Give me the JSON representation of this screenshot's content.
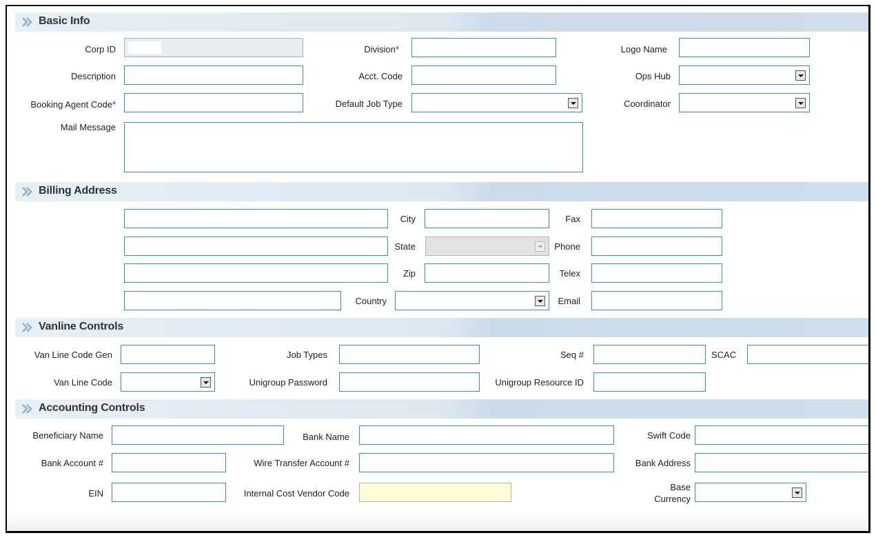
{
  "sections": {
    "basic_info": {
      "title": "Basic Info",
      "corp_id_label": "Corp ID",
      "corp_id_value": "",
      "division_label": "Division",
      "logo_name_label": "Logo Name",
      "description_label": "Description",
      "acct_code_label": "Acct. Code",
      "ops_hub_label": "Ops Hub",
      "booking_agent_code_label": "Booking Agent Code",
      "default_job_type_label": "Default Job Type",
      "coordinator_label": "Coordinator",
      "mail_message_label": "Mail Message",
      "required_mark": "*"
    },
    "billing_address": {
      "title": "Billing Address",
      "city_label": "City",
      "fax_label": "Fax",
      "state_label": "State",
      "phone_label": "Phone",
      "zip_label": "Zip",
      "telex_label": "Telex",
      "country_label": "Country",
      "email_label": "Email"
    },
    "vanline_controls": {
      "title": "Vanline Controls",
      "van_line_code_gen_label": "Van Line Code Gen",
      "job_types_label": "Job Types",
      "seq_label": "Seq #",
      "scac_label": "SCAC",
      "van_line_code_label": "Van Line Code",
      "unigroup_password_label": "Unigroup Password",
      "unigroup_resource_id_label": "Unigroup Resource ID"
    },
    "accounting_controls": {
      "title": "Accounting Controls",
      "beneficiary_name_label": "Beneficiary Name",
      "bank_name_label": "Bank Name",
      "swift_code_label": "Swift Code",
      "bank_account_label": "Bank Account #",
      "wire_transfer_account_label": "Wire Transfer Account #",
      "bank_address_label": "Bank Address",
      "ein_label": "EIN",
      "internal_cost_vendor_code_label": "Internal Cost Vendor Code",
      "base_currency_label_line1": "Base",
      "base_currency_label_line2": "Currency"
    }
  },
  "colors": {
    "input_border": "#2d8fc8",
    "required": "#d00000",
    "header_band": "#cbdbe9",
    "highlight_field": "#fffcd8"
  },
  "icons": {
    "section_chevron": "double-chevron-right-icon",
    "select_arrow": "dropdown-arrow-icon"
  }
}
